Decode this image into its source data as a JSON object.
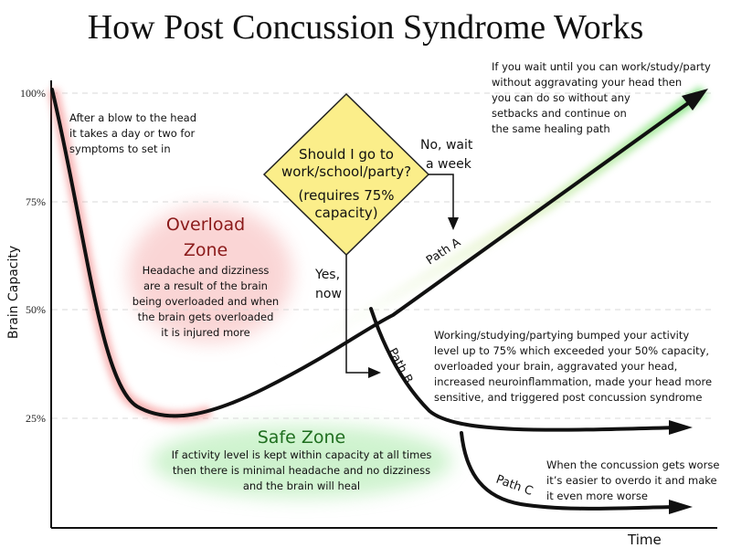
{
  "title": "How Post Concussion Syndrome Works",
  "axes": {
    "y_label": "Brain Capacity",
    "x_label": "Time",
    "y_ticks": [
      "100%",
      "75%",
      "50%",
      "25%"
    ]
  },
  "annotations": {
    "onset": [
      "After a blow to the head",
      "it takes a day or two for",
      "symptoms to set in"
    ],
    "overload_title": [
      "Overload",
      "Zone"
    ],
    "overload_text": [
      "Headache and dizziness",
      "are a result of the brain",
      "being overloaded and when",
      "the brain gets overloaded",
      "it is injured more"
    ],
    "safe_title": "Safe Zone",
    "safe_text": [
      "If activity level is kept within capacity at all times",
      "then there is minimal headache and no dizziness",
      "and the brain will  heal"
    ],
    "decision": [
      "Should I go to",
      "work/school/party?",
      "(requires 75%",
      "capacity)"
    ],
    "no_wait": [
      "No, wait",
      "a week"
    ],
    "yes_now": [
      "Yes,",
      "now"
    ],
    "path_a_text": [
      "If you wait until you can work/study/party",
      "without aggravating your head then",
      "you can do so without any",
      "setbacks and continue on",
      "the same healing path"
    ],
    "path_b_text": [
      "Working/studying/partying bumped your activity",
      "level up to 75% which exceeded your 50% capacity,",
      "overloaded your brain, aggravated your head,",
      "increased neuroinflammation, made your head more",
      "sensitive, and triggered post concussion syndrome"
    ],
    "path_c_text": [
      "When the concussion gets worse",
      "it’s easier to overdo it  and make",
      "it even more worse"
    ],
    "path_a_label": "Path A",
    "path_b_label": "Path B",
    "path_c_label": "Path C"
  },
  "colors": {
    "overload_glow": "#f08080",
    "safe_glow": "#7fdc7f",
    "decision_fill": "#fbee8a",
    "healing_glow": "#7fe07f",
    "curve": "#111111"
  }
}
